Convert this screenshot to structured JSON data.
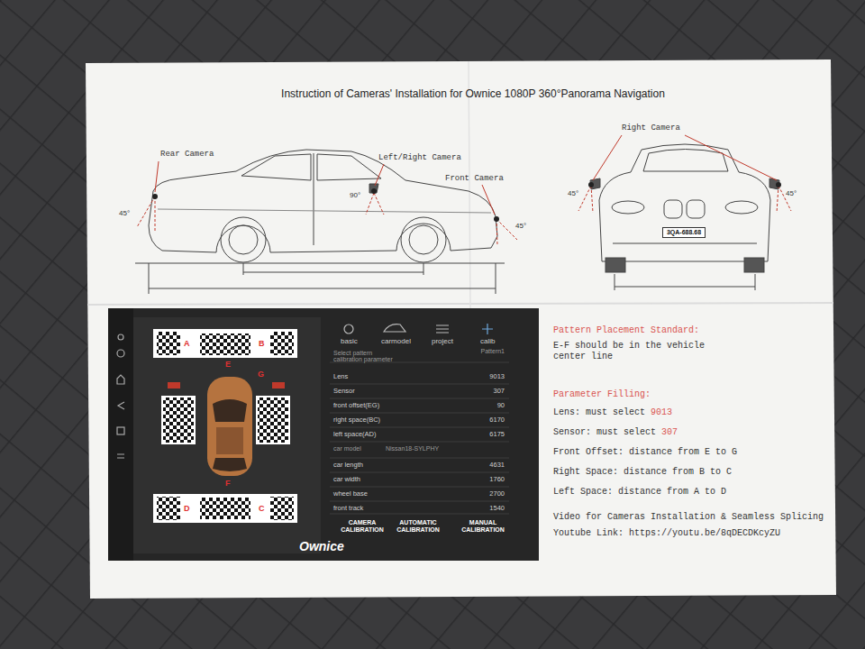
{
  "diagram": {
    "title": "Instruction of Cameras' Installation for Ownice 1080P 360°Panorama Navigation",
    "nodes": [
      {
        "text": [
          "3QA-688.68"
        ]
      },
      {
        "text": [
          "CAMERA CALIBRATION"
        ]
      },
      {
        "text": [
          "AUTOMATIC CALIBRATION"
        ]
      },
      {
        "text": [
          "MANUAL CALIBRATION"
        ]
      }
    ],
    "labels": [
      "Rear Camera",
      "Left/Right Camera",
      "Front Camera",
      "45°",
      "90°",
      "45°",
      "Right Camera",
      "45°",
      "45°",
      "A",
      "B",
      "E",
      "G",
      "F",
      "D",
      "C",
      "basic",
      "carmodel",
      "project",
      "calib",
      "Select pattern",
      "Pattern1",
      "calibration parameter",
      "Lens",
      "9013",
      "Sensor",
      "307",
      "front offset(EG)",
      "90",
      "right space(BC)",
      "6170",
      "left space(AD)",
      "6175",
      "car model",
      "Nissan18-SYLPHY",
      "car length",
      "4631",
      "car width",
      "1760",
      "wheel base",
      "2700",
      "front track",
      "1540",
      "Ownice",
      "Pattern Placement Standard:",
      "E-F should be in the vehicle center line",
      "Parameter Filling:",
      "Lens: must select",
      "9013",
      "Sensor: must select",
      "307",
      "Front Offset: distance from E to G",
      "Right Space: distance from B to C",
      "Left Space: distance from A to D",
      "Video for Cameras Installation & Seamless Splicing",
      "Youtube Link: https://youtu.be/8qDECDKcyZU"
    ]
  }
}
